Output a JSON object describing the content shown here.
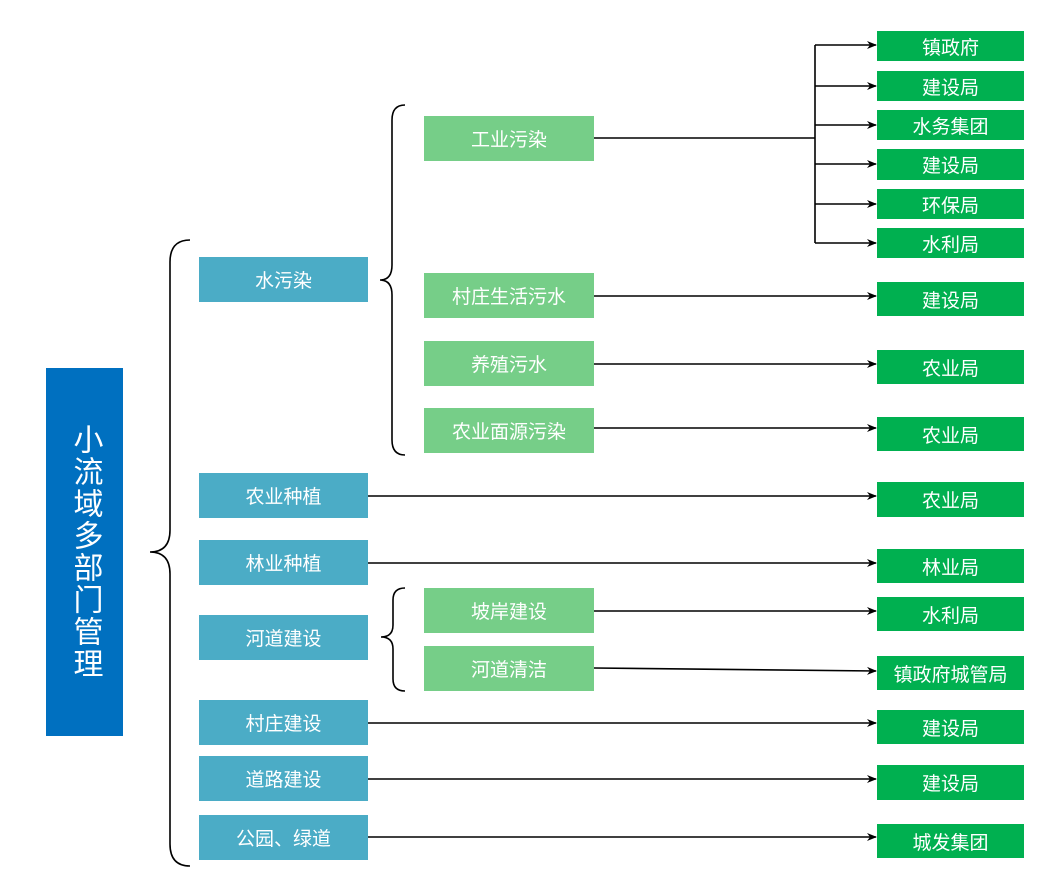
{
  "root": "小流域多部门管理",
  "level1": [
    "水污染",
    "农业种植",
    "林业种植",
    "河道建设",
    "村庄建设",
    "道路建设",
    "公园、绿道"
  ],
  "level2": [
    "工业污染",
    "村庄生活污水",
    "养殖污水",
    "农业面源污染",
    "坡岸建设",
    "河道清洁"
  ],
  "departments": [
    "镇政府",
    "建设局",
    "水务集团",
    "建设局",
    "环保局",
    "水利局",
    "建设局",
    "农业局",
    "农业局",
    "农业局",
    "林业局",
    "水利局",
    "镇政府城管局",
    "建设局",
    "建设局",
    "城发集团"
  ],
  "colors": {
    "root": "#0070C0",
    "level1": "#4BACC6",
    "level2": "#76CE88",
    "department": "#00B050"
  }
}
